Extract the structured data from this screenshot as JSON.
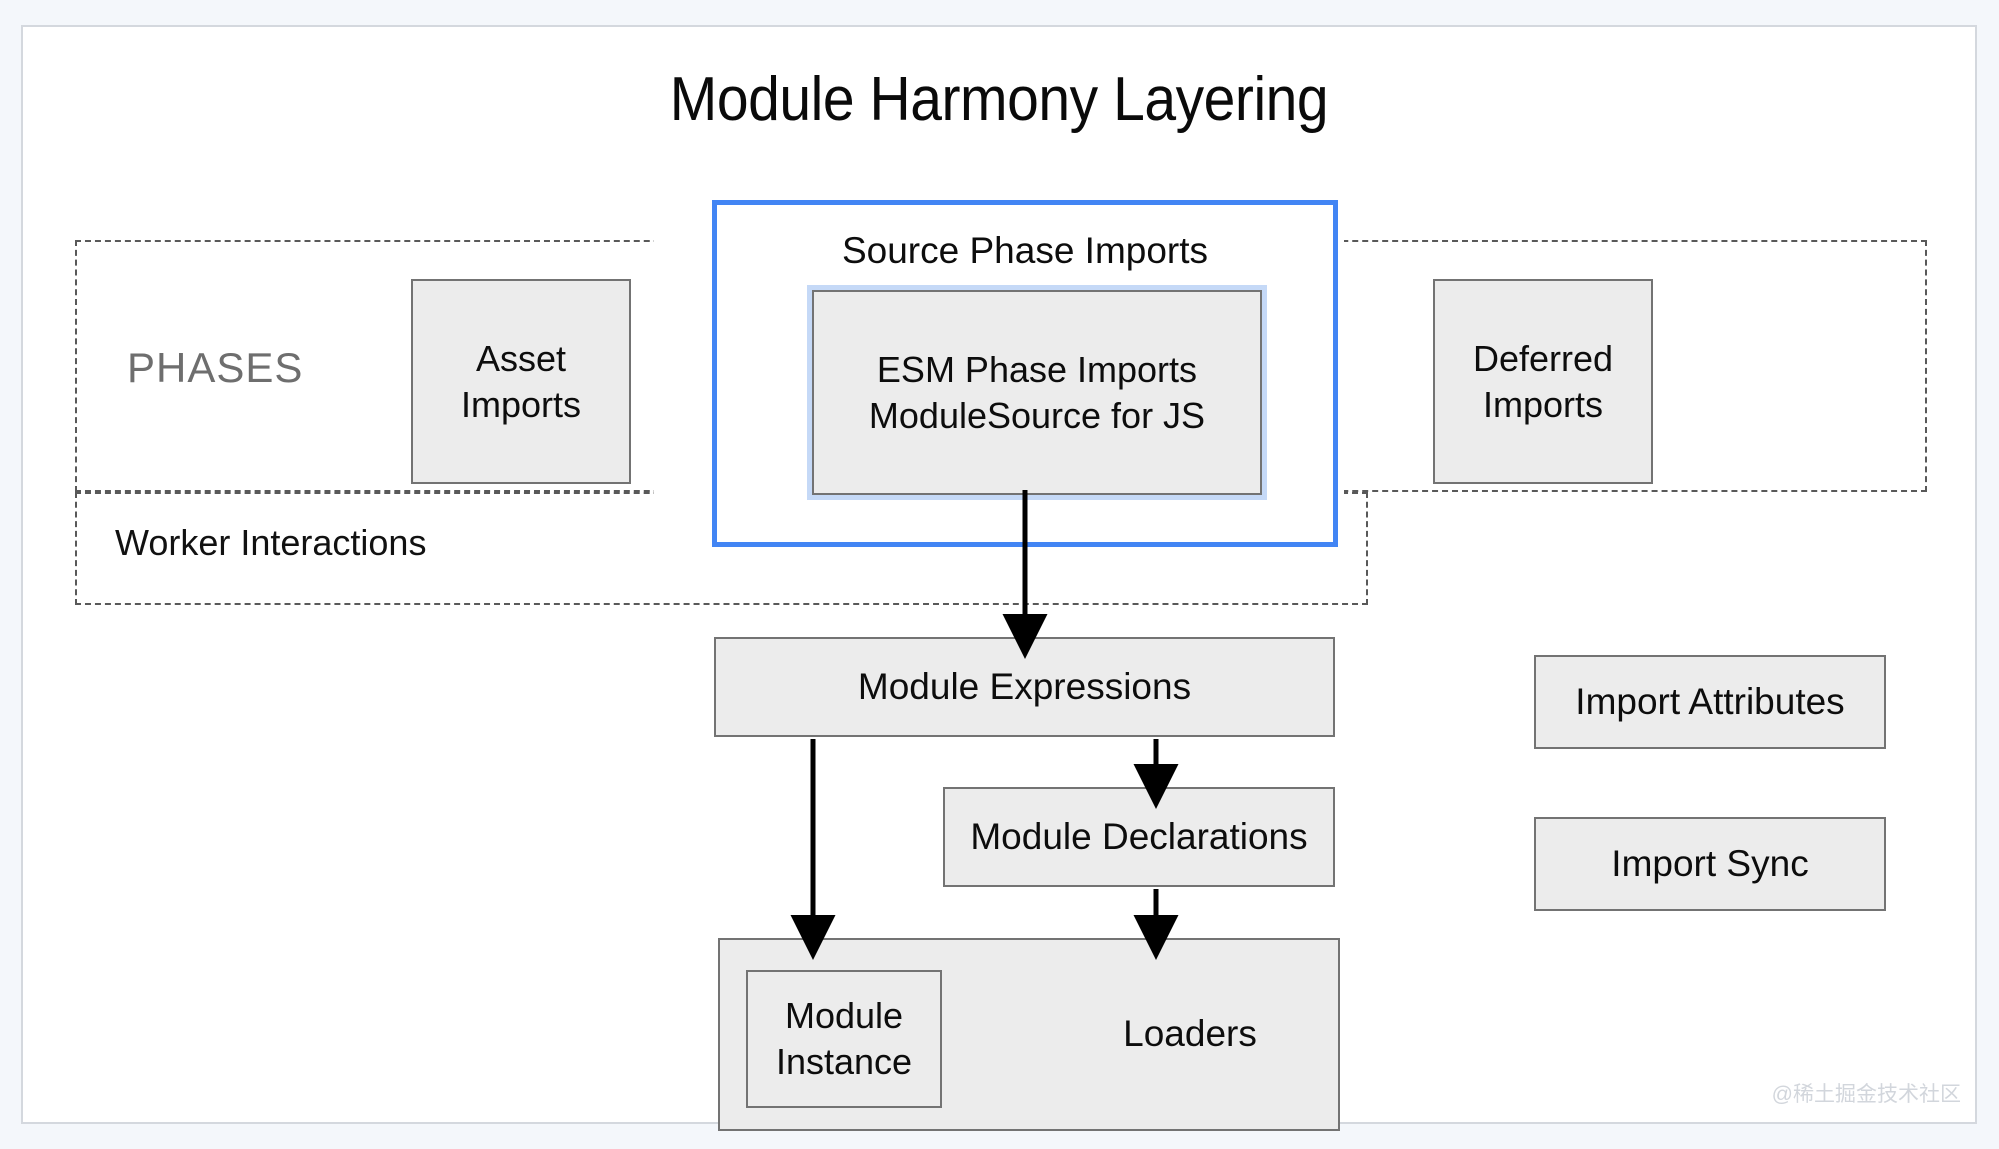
{
  "title": "Module Harmony Layering",
  "groups": {
    "phases": {
      "label": "PHASES"
    },
    "worker": {
      "label": "Worker Interactions"
    }
  },
  "nodes": {
    "asset_imports": "Asset\nImports",
    "deferred_imports": "Deferred\nImports",
    "source_phase_imports": "Source Phase Imports",
    "esm_phase_imports": "ESM Phase Imports\nModuleSource for JS",
    "module_expressions": "Module Expressions",
    "module_declarations": "Module Declarations",
    "loaders": "Loaders",
    "module_instance": "Module\nInstance",
    "import_attributes": "Import Attributes",
    "import_sync": "Import Sync"
  },
  "watermark": "@稀土掘金技术社区",
  "colors": {
    "highlight_border": "#4285f4",
    "highlight_inner_glow": "#c5d9f7",
    "node_fill": "#ececec",
    "node_border": "#737373",
    "group_dash": "#595959",
    "phases_label": "#6e6e6e",
    "page_border": "#d4d8de",
    "arrow": "#000000",
    "watermark": "#d2d6dc"
  }
}
